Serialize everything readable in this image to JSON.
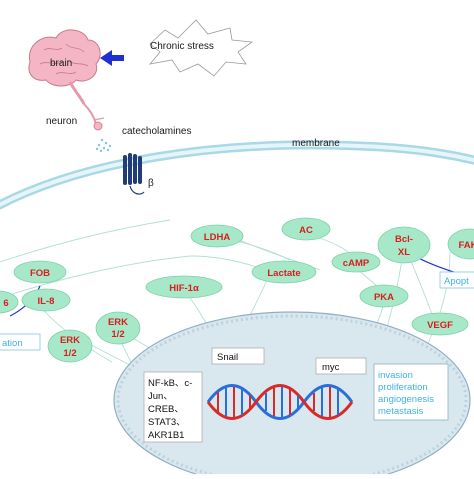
{
  "labels": {
    "chronic_stress": "Chronic stress",
    "brain": "brain",
    "neuron": "neuron",
    "catecholamines": "catecholamines",
    "membrane": "membrane",
    "beta": "β"
  },
  "nodes": {
    "ldha": "LDHA",
    "ac": "AC",
    "bcl_xl_line1": "Bcl-",
    "bcl_xl_line2": "XL",
    "fak": "FAK",
    "fob": "FOB",
    "il6": "6",
    "il8": "IL-8",
    "hif1a": "HIF-1α",
    "lactate": "Lactate",
    "camp": "cAMP",
    "pka": "PKA",
    "erk_mid_line1": "ERK",
    "erk_mid_line2": "1/2",
    "erk_left_line1": "ERK",
    "erk_left_line2": "1/2",
    "vegf": "VEGF"
  },
  "outcomes": {
    "apoptosis_partial": "Apopt",
    "inflammation_partial": "ation",
    "invasion_lines": [
      "invasion",
      "proliferation",
      "angiogenesis",
      "metastasis"
    ]
  },
  "nucleus": {
    "tf_lines": [
      "NF-kB、c-",
      "Jun、",
      "CREB、",
      "STAT3、",
      "AKR1B1"
    ],
    "snail": "Snail",
    "myc": "myc"
  },
  "colors": {
    "pill_fill": "#a6e8c8",
    "pill_text": "#d61f1f",
    "outcome_text": "#3fb0e8",
    "membrane": "#a9d8e6",
    "nucleus_fill": "#d9e7ef",
    "dna_red": "#d92a2a",
    "dna_blue": "#2a6fd9",
    "arrow_blue": "#1f2fd1"
  }
}
